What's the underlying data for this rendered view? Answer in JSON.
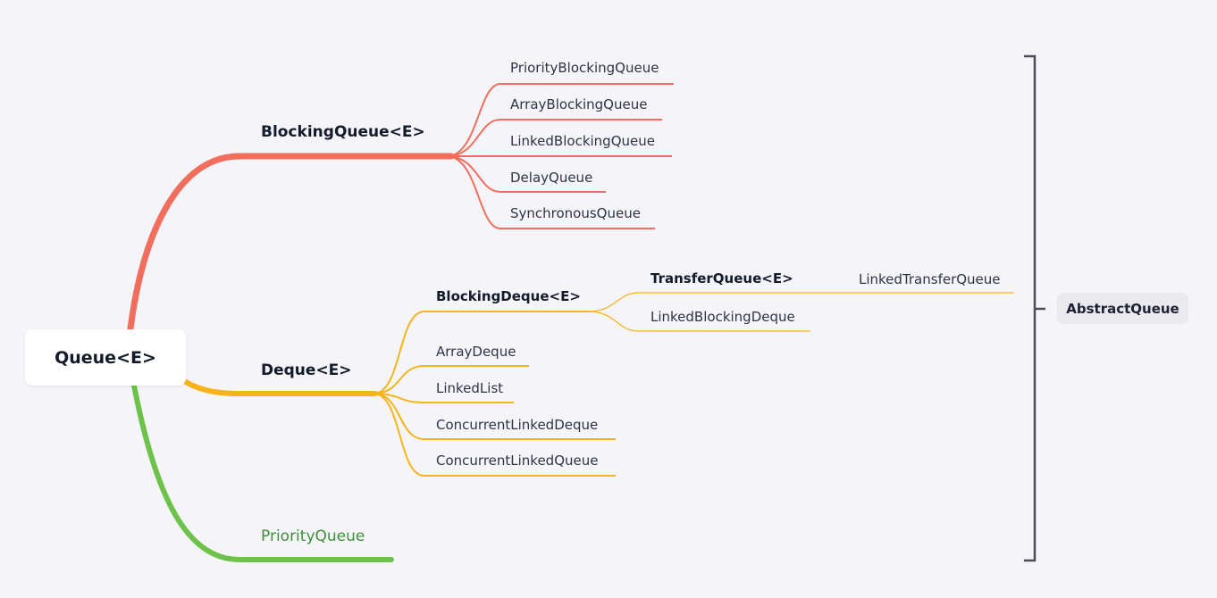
{
  "root": {
    "label": "Queue<E>"
  },
  "branches": {
    "blocking_queue": {
      "label": "BlockingQueue<E>",
      "color": "#f26e5c",
      "children": [
        "PriorityBlockingQueue",
        "ArrayBlockingQueue",
        "LinkedBlockingQueue",
        "DelayQueue",
        "SynchronousQueue"
      ]
    },
    "deque": {
      "label": "Deque<E>",
      "color": "#f6b41a",
      "blocking_deque": {
        "label": "BlockingDeque<E>",
        "transfer_queue": {
          "label": "TransferQueue<E>",
          "children": [
            "LinkedTransferQueue"
          ]
        },
        "children": [
          "LinkedBlockingDeque"
        ]
      },
      "children": [
        "ArrayDeque",
        "LinkedList",
        "ConcurrentLinkedDeque",
        "ConcurrentLinkedQueue"
      ]
    },
    "priority_queue": {
      "label": "PriorityQueue",
      "color": "#6cc24a"
    }
  },
  "summary": {
    "label": "AbstractQueue",
    "bracket_color": "#4a4d57"
  }
}
